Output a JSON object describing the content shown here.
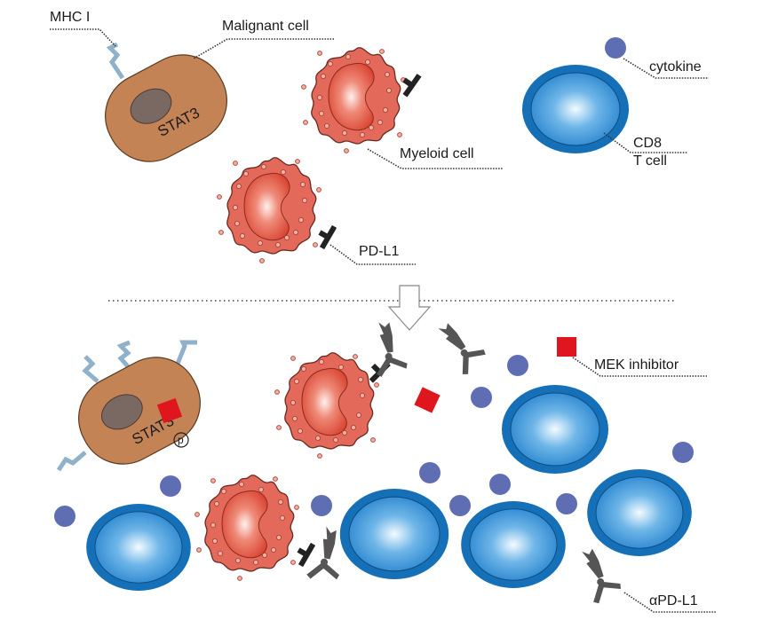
{
  "figure": {
    "top_panel": {
      "labels": {
        "mhc": "MHC I",
        "malignant": "Malignant cell",
        "stat3": "STAT3",
        "myeloid": "Myeloid cell",
        "pdl1": "PD-L1",
        "cytokine": "cytokine",
        "cd8_line1": "CD8",
        "cd8_line2": "T cell"
      }
    },
    "transition": {
      "arrow": "down-arrow"
    },
    "bottom_panel": {
      "labels": {
        "stat3": "STAT3",
        "phospho": "p",
        "mek": "MEK inhibitor",
        "apdl1": "αPD-L1"
      }
    },
    "colors": {
      "tumor_cell": "#c38355",
      "t_cell": "#1570b8",
      "myeloid_cell": "#e36a5a",
      "cytokine": "#5f6db3",
      "mek_inhibitor": "#e0161f",
      "mhc": "#8fb1c9"
    }
  }
}
